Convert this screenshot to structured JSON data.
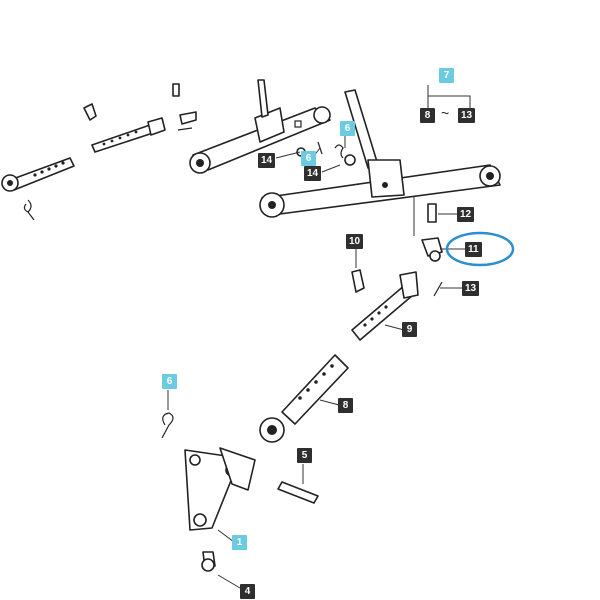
{
  "colors": {
    "line": "#222222",
    "label_dark": "#2f2f2f",
    "label_teal": "#6ccbe0",
    "highlight": "#2b8fd0"
  },
  "callouts": {
    "c7": "7",
    "c8a": "8",
    "tilde": "~",
    "c13a": "13",
    "c6a": "6",
    "c6b": "6",
    "c14a": "14",
    "c14b": "14",
    "c12": "12",
    "c11": "11",
    "c10": "10",
    "c13b": "13",
    "c9": "9",
    "c8b": "8",
    "c6c": "6",
    "c5": "5",
    "c1": "1",
    "c4": "4"
  },
  "highlighted_callout": "11"
}
